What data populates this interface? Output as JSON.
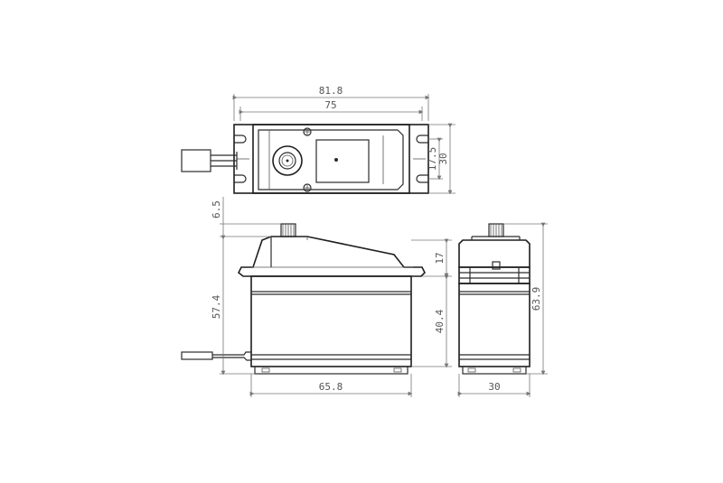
{
  "dimensions": {
    "top_overall_width": "81.8",
    "top_mount_width": "75",
    "top_height_inner": "17.5",
    "top_height_outer": "30",
    "horn_height": "6.5",
    "body_total_height": "57.4",
    "upper_case_height": "17",
    "lower_case_height": "40.4",
    "front_width": "65.8",
    "side_width": "30",
    "side_total_height": "63.9"
  }
}
